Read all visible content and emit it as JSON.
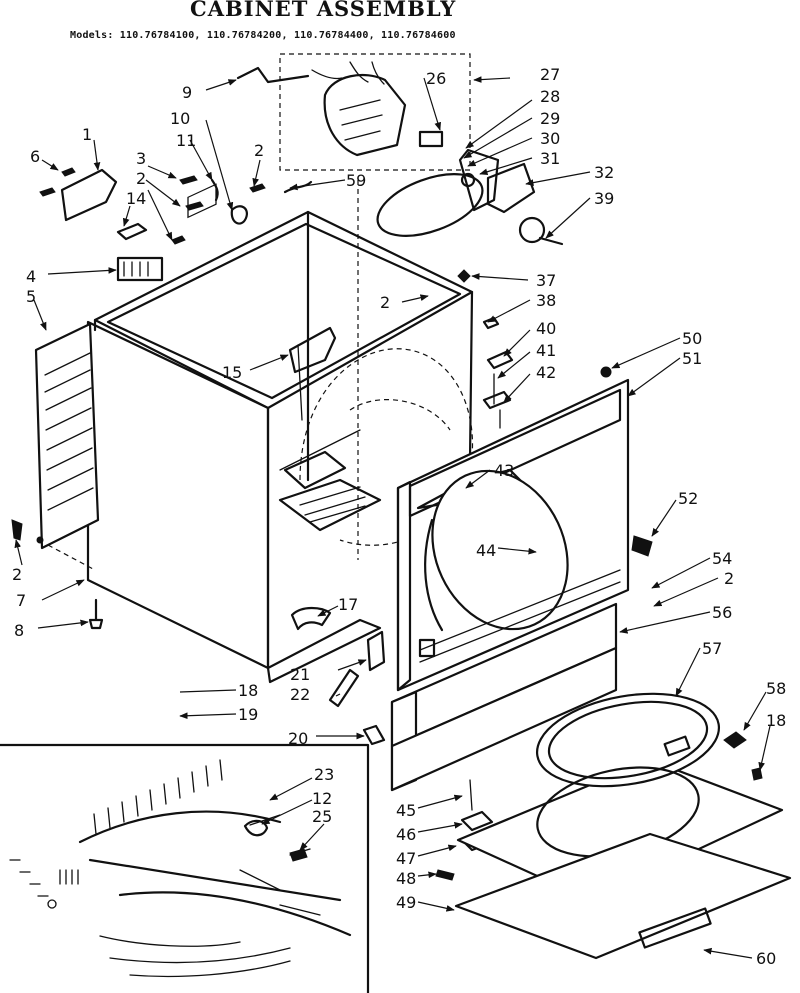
{
  "title": "CABINET ASSEMBLY",
  "models": "Models: 110.76784100, 110.76784200, 110.76784400, 110.76784600",
  "callouts": [
    "1",
    "2",
    "3",
    "4",
    "5",
    "6",
    "7",
    "8",
    "9",
    "10",
    "11",
    "12",
    "14",
    "15",
    "17",
    "18",
    "19",
    "20",
    "21",
    "22",
    "23",
    "25",
    "26",
    "27",
    "28",
    "29",
    "30",
    "31",
    "32",
    "37",
    "38",
    "39",
    "40",
    "41",
    "42",
    "43",
    "44",
    "45",
    "46",
    "47",
    "48",
    "49",
    "50",
    "51",
    "52",
    "54",
    "56",
    "57",
    "58",
    "60"
  ]
}
